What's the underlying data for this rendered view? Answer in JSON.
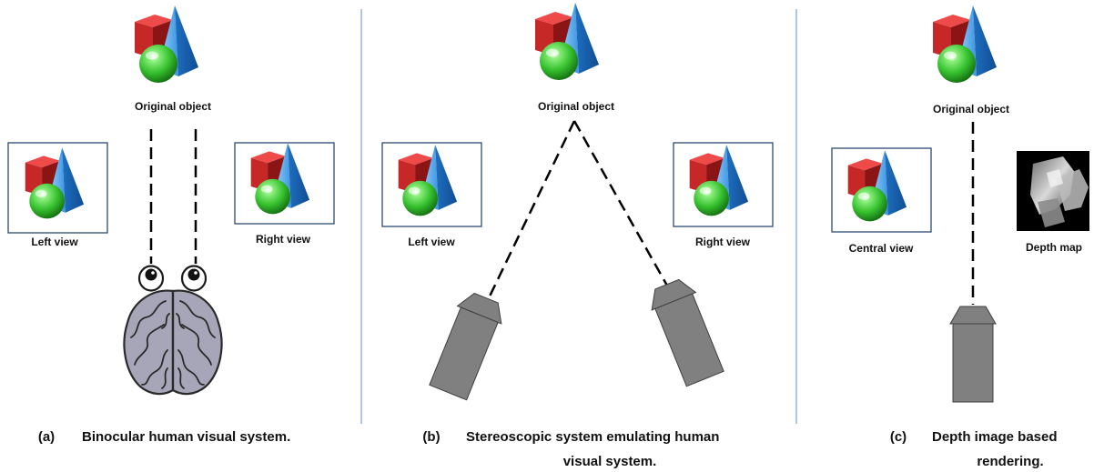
{
  "labels": {
    "original_object": "Original object",
    "left_view": "Left view",
    "right_view": "Right view",
    "central_view": "Central view",
    "depth_map": "Depth map"
  },
  "panels": {
    "a": {
      "tag": "(a)",
      "caption": "Binocular human visual system."
    },
    "b": {
      "tag": "(b)",
      "caption_line1": "Stereoscopic system emulating human",
      "caption_line2": "visual system."
    },
    "c": {
      "tag": "(c)",
      "caption_line1": "Depth image based",
      "caption_line2": "rendering."
    }
  },
  "colors": {
    "cube": "#c62828",
    "pyramid": "#2f86d4",
    "sphere": "#3fc93a",
    "camera": "#808080",
    "brain": "#a7a6b8",
    "divider": "#7ea3cf",
    "view_frame": "#2c4a74"
  },
  "icons": {
    "object": "cube-pyramid-sphere-icon",
    "eye": "eyes-icon",
    "brain": "brain-icon",
    "camera": "camera-icon",
    "depth": "depth-map-image"
  }
}
